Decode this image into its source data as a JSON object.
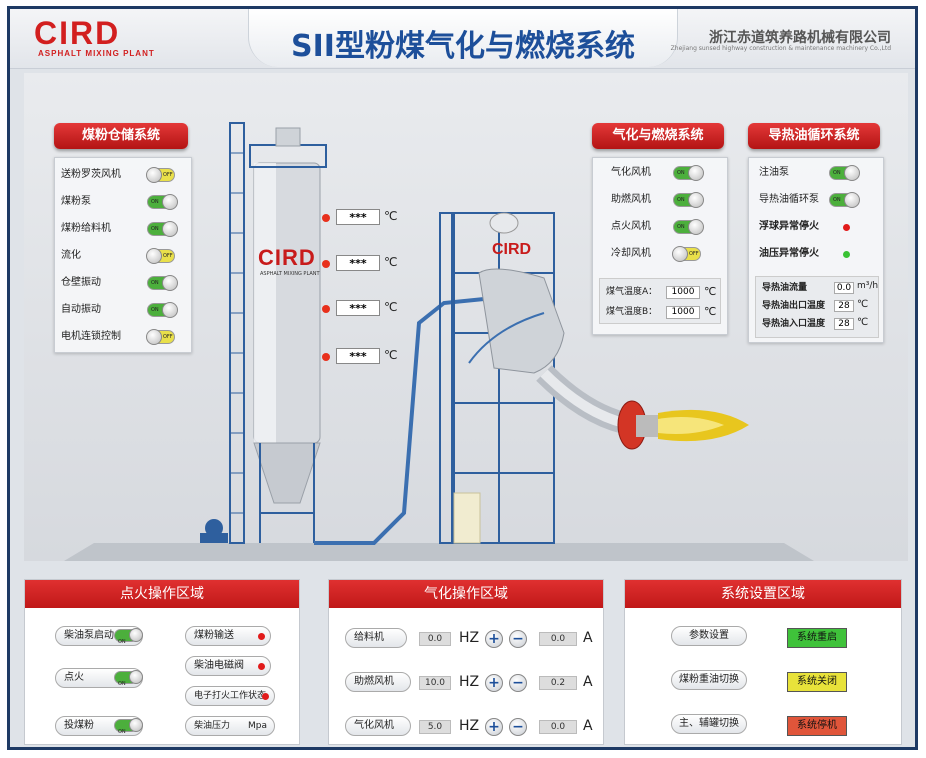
{
  "header": {
    "logo_main": "CIRD",
    "logo_sub": "ASPHALT MIXING PLANT",
    "title": "SII型粉煤气化与燃烧系统",
    "company_cn": "浙江赤道筑养路机械有限公司",
    "company_en": "Zhejiang sunsed highway construction & maintenance machinery Co.,Ltd"
  },
  "silo": {
    "brand": "CIRD",
    "brand_sub": "ASPHALT MIXING PLANT",
    "temps": [
      {
        "value": "***",
        "unit": "℃"
      },
      {
        "value": "***",
        "unit": "℃"
      },
      {
        "value": "***",
        "unit": "℃"
      },
      {
        "value": "***",
        "unit": "℃"
      }
    ]
  },
  "gasifier_brand": "CIRD",
  "storage": {
    "title": "煤粉仓储系统",
    "items": [
      {
        "label": "送粉罗茨风机",
        "state": "OFF"
      },
      {
        "label": "煤粉泵",
        "state": "ON"
      },
      {
        "label": "煤粉给料机",
        "state": "ON"
      },
      {
        "label": "流化",
        "state": "OFF"
      },
      {
        "label": "仓壁振动",
        "state": "ON"
      },
      {
        "label": "自动振动",
        "state": "ON"
      },
      {
        "label": "电机连锁控制",
        "state": "OFF"
      }
    ]
  },
  "gasify_combustion": {
    "title": "气化与燃烧系统",
    "items": [
      {
        "label": "气化风机",
        "state": "ON"
      },
      {
        "label": "助燃风机",
        "state": "ON"
      },
      {
        "label": "点火风机",
        "state": "ON"
      },
      {
        "label": "冷却风机",
        "state": "OFF"
      }
    ],
    "readings": [
      {
        "label": "煤气温度A：",
        "value": "1000",
        "unit": "℃"
      },
      {
        "label": "煤气温度B：",
        "value": "1000",
        "unit": "℃"
      }
    ]
  },
  "oil_circulation": {
    "title": "导热油循环系统",
    "items": [
      {
        "label": "注油泵",
        "state": "ON"
      },
      {
        "label": "导热油循环泵",
        "state": "ON"
      }
    ],
    "alarms": [
      {
        "label": "浮球异常停火",
        "color": "#e11b1b"
      },
      {
        "label": "油压异常停火",
        "color": "#39c234"
      }
    ],
    "readings": [
      {
        "label": "导热油流量",
        "value": "0.0",
        "unit": "m³/h"
      },
      {
        "label": "导热油出口温度",
        "value": "28",
        "unit": "℃"
      },
      {
        "label": "导热油入口温度",
        "value": "28",
        "unit": "℃"
      }
    ]
  },
  "ignition_area": {
    "title": "点火操作区域",
    "toggles": [
      {
        "label": "柴油泵启动",
        "state": "ON"
      },
      {
        "label": "点火",
        "state": "ON"
      },
      {
        "label": "投煤粉",
        "state": "ON"
      }
    ],
    "indicators": [
      {
        "label": "煤粉输送"
      },
      {
        "label": "柴油电磁阀"
      },
      {
        "label": "电子打火工作状态"
      }
    ],
    "pressure": {
      "label": "柴油压力",
      "unit": "Mpa"
    }
  },
  "gasify_area": {
    "title": "气化操作区域",
    "rows": [
      {
        "label": "给料机",
        "hz": "0.0",
        "hz_unit": "HZ",
        "amp": "0.0",
        "amp_unit": "A"
      },
      {
        "label": "助燃风机",
        "hz": "10.0",
        "hz_unit": "HZ",
        "amp": "0.2",
        "amp_unit": "A"
      },
      {
        "label": "气化风机",
        "hz": "5.0",
        "hz_unit": "HZ",
        "amp": "0.0",
        "amp_unit": "A"
      }
    ]
  },
  "system_area": {
    "title": "系统设置区域",
    "settings": [
      {
        "label": "参数设置"
      },
      {
        "label": "煤粉重油切换"
      },
      {
        "label": "主、辅罐切换"
      }
    ],
    "buttons": [
      {
        "label": "系统重启",
        "color": "#3fc23a"
      },
      {
        "label": "系统关闭",
        "color": "#e8e23a"
      },
      {
        "label": "系统停机",
        "color": "#e0553a"
      }
    ]
  }
}
